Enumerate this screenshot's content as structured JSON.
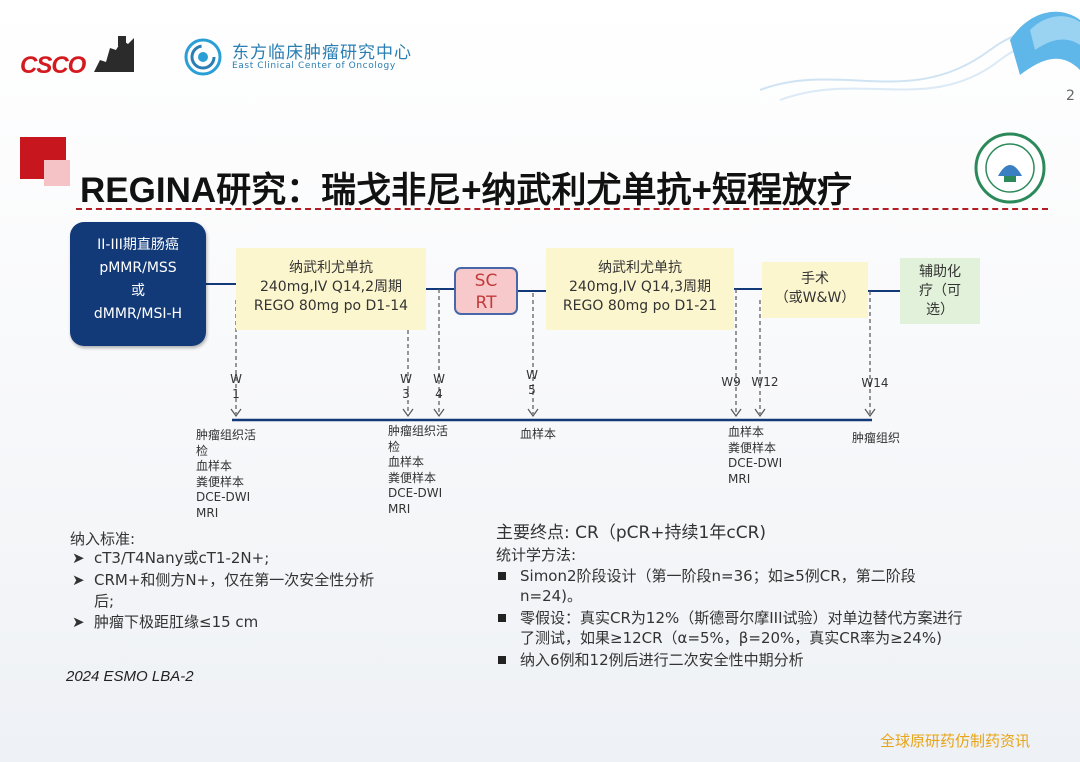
{
  "header": {
    "csco_logo_text": "CSCO",
    "center_name_cn": "东方临床肿瘤研究中心",
    "center_name_en": "East Clinical Center of Oncology",
    "corner_digit": "2"
  },
  "title": "REGINA研究：瑞戈非尼+纳武利尤单抗+短程放疗",
  "flow": {
    "population": [
      "II-III期直肠癌",
      "pMMR/MSS",
      "或",
      "dMMR/MSI-H"
    ],
    "treat1": [
      "纳武利尤单抗",
      "240mg,IV Q14,2周期",
      "REGO 80mg po D1-14"
    ],
    "scrt": [
      "SC",
      "RT"
    ],
    "treat2": [
      "纳武利尤单抗",
      "240mg,IV Q14,3周期",
      "REGO 80mg po D1-21"
    ],
    "surgery": [
      "手术",
      "（或W&W）"
    ],
    "adjuvant": [
      "辅助化",
      "疗（可",
      "选）"
    ]
  },
  "timeline": {
    "weeks": [
      {
        "lines": [
          "W",
          "1"
        ]
      },
      {
        "lines": [
          "W",
          "3"
        ]
      },
      {
        "lines": [
          "W",
          "4"
        ]
      },
      {
        "lines": [
          "W",
          "5"
        ]
      },
      {
        "lines": [
          "W9"
        ]
      },
      {
        "lines": [
          "W12"
        ]
      },
      {
        "lines": [
          "W14"
        ]
      }
    ],
    "samples": [
      [
        "肿瘤组织活",
        "检",
        "血样本",
        "粪便样本",
        "DCE-DWI",
        "MRI"
      ],
      [
        "肿瘤组织活",
        "检",
        "血样本",
        "粪便样本",
        "DCE-DWI",
        "MRI"
      ],
      [
        "血样本"
      ],
      [
        "血样本",
        "粪便样本",
        "DCE-DWI",
        "MRI"
      ],
      [
        "肿瘤组织"
      ]
    ]
  },
  "inclusion": {
    "heading": "纳入标准:",
    "items": [
      [
        "cT3/T4Nany或cT1-2N+;"
      ],
      [
        "CRM+和侧方N+，仅在第一次安全性分析",
        "后;"
      ],
      [
        "肿瘤下极距肛缘≤15 cm"
      ]
    ],
    "bullet": "➤"
  },
  "source": "2024 ESMO LBA-2",
  "endpoint": {
    "primary": "主要终点:  CR（pCR+持续1年cCR)",
    "stat_heading": "统计学方法:",
    "items": [
      [
        "Simon2阶段设计（第一阶段n=36；如≥5例CR，第二阶段",
        "n=24)。"
      ],
      [
        "零假设：真实CR为12%（斯德哥尔摩III试验）对单边替代方案进行",
        "了测试，如果≥12CR（α=5%，β=20%，真实CR率为≥24%)"
      ],
      [
        "纳入6例和12例后进行二次安全性中期分析"
      ]
    ]
  },
  "watermark": "全球原研药仿制药资讯",
  "colors": {
    "navy": "#123a78",
    "treatment": "#fcf6cf",
    "surgery": "#e2f2da",
    "scrt": "#f7c9cb",
    "title_red": "#c8161e",
    "logo_blue": "#2a7eb3",
    "watermark": "#e8a417"
  }
}
